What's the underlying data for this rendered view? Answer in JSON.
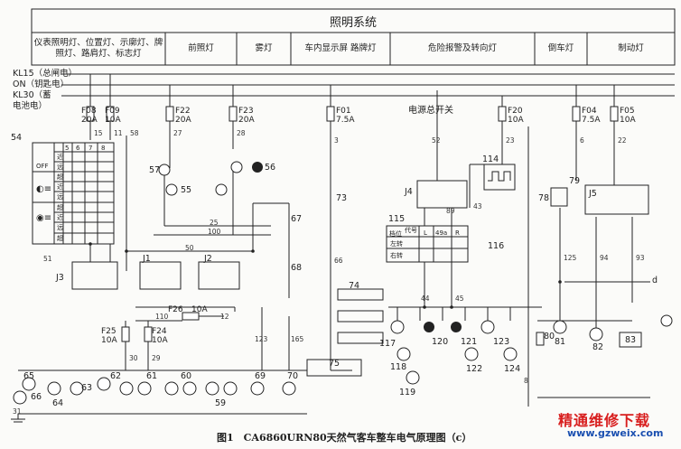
{
  "header": {
    "title": "照明系统",
    "columns": [
      "仪表照明灯、位置灯、示廓灯、牌照灯、路肩灯、标志灯",
      "前照灯",
      "雾灯",
      "车内显示屏 路牌灯",
      "危险报警及转向灯",
      "倒车灯",
      "制动灯"
    ]
  },
  "buses": {
    "kl15": "KL15（总闸电）",
    "on": "ON（钥匙电）",
    "kl30_a": "KL30（蓄",
    "kl30_b": "电池电）"
  },
  "fuses": [
    {
      "id": "F08",
      "rating": "20A"
    },
    {
      "id": "F09",
      "rating": "10A"
    },
    {
      "id": "F22",
      "rating": "20A"
    },
    {
      "id": "F23",
      "rating": "20A"
    },
    {
      "id": "F01",
      "rating": "7.5A"
    },
    {
      "id": "F20",
      "rating": "10A"
    },
    {
      "id": "F04",
      "rating": "7.5A"
    },
    {
      "id": "F05",
      "rating": "10A"
    },
    {
      "id": "F26",
      "rating": "10A"
    },
    {
      "id": "F25",
      "rating": "10A"
    },
    {
      "id": "F24",
      "rating": "10A"
    }
  ],
  "power_switch": "电源总开关",
  "wires": [
    "15",
    "11",
    "58",
    "27",
    "28",
    "3",
    "52",
    "23",
    "6",
    "22",
    "51",
    "25",
    "100",
    "50",
    "110",
    "12",
    "89",
    "43",
    "66",
    "44",
    "45",
    "125",
    "94",
    "93",
    "123",
    "165",
    "30",
    "29",
    "8"
  ],
  "components": [
    "54",
    "57",
    "55",
    "56",
    "73",
    "114",
    "J4",
    "J5",
    "78",
    "79",
    "115",
    "116",
    "J3",
    "J1",
    "J2",
    "67",
    "68",
    "74",
    "75",
    "117",
    "118",
    "119",
    "120",
    "121",
    "122",
    "123",
    "124",
    "80",
    "81",
    "82",
    "83",
    "65",
    "66",
    "64",
    "63",
    "62",
    "61",
    "60",
    "59",
    "69",
    "70",
    "31",
    "d"
  ],
  "switch_table": {
    "header": [
      "5",
      "6",
      "7",
      "8"
    ],
    "rows": [
      "OFF",
      "近",
      "远",
      "超",
      "近",
      "远",
      "超",
      "近",
      "远",
      "超"
    ],
    "turn_table": {
      "head": [
        "代号",
        "档位",
        "L",
        "49a",
        "R"
      ],
      "rows": [
        "左转",
        "右转"
      ]
    }
  },
  "caption": "图1　CA6860URN80天然气客车整车电气原理图（c）",
  "watermark": {
    "brand": "精通维修下载",
    "url": "www.gzweix.com",
    "brand_color": "#d81e1e",
    "url_color": "#1a4fb0"
  }
}
